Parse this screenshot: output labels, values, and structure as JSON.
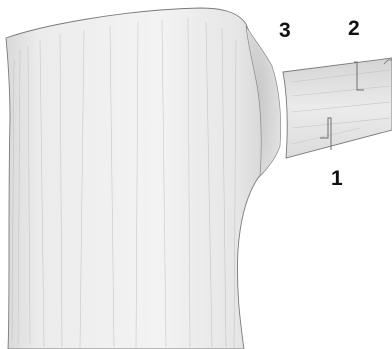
{
  "labels": {
    "cut_1": "1",
    "cut_2": "2",
    "cut_3": "3"
  },
  "colors": {
    "background": "#ffffff",
    "pencil_fill": "#ededed",
    "pencil_shade": "#cfcfcf",
    "pencil_line": "#6f6f6f",
    "label_text": "#111111"
  }
}
